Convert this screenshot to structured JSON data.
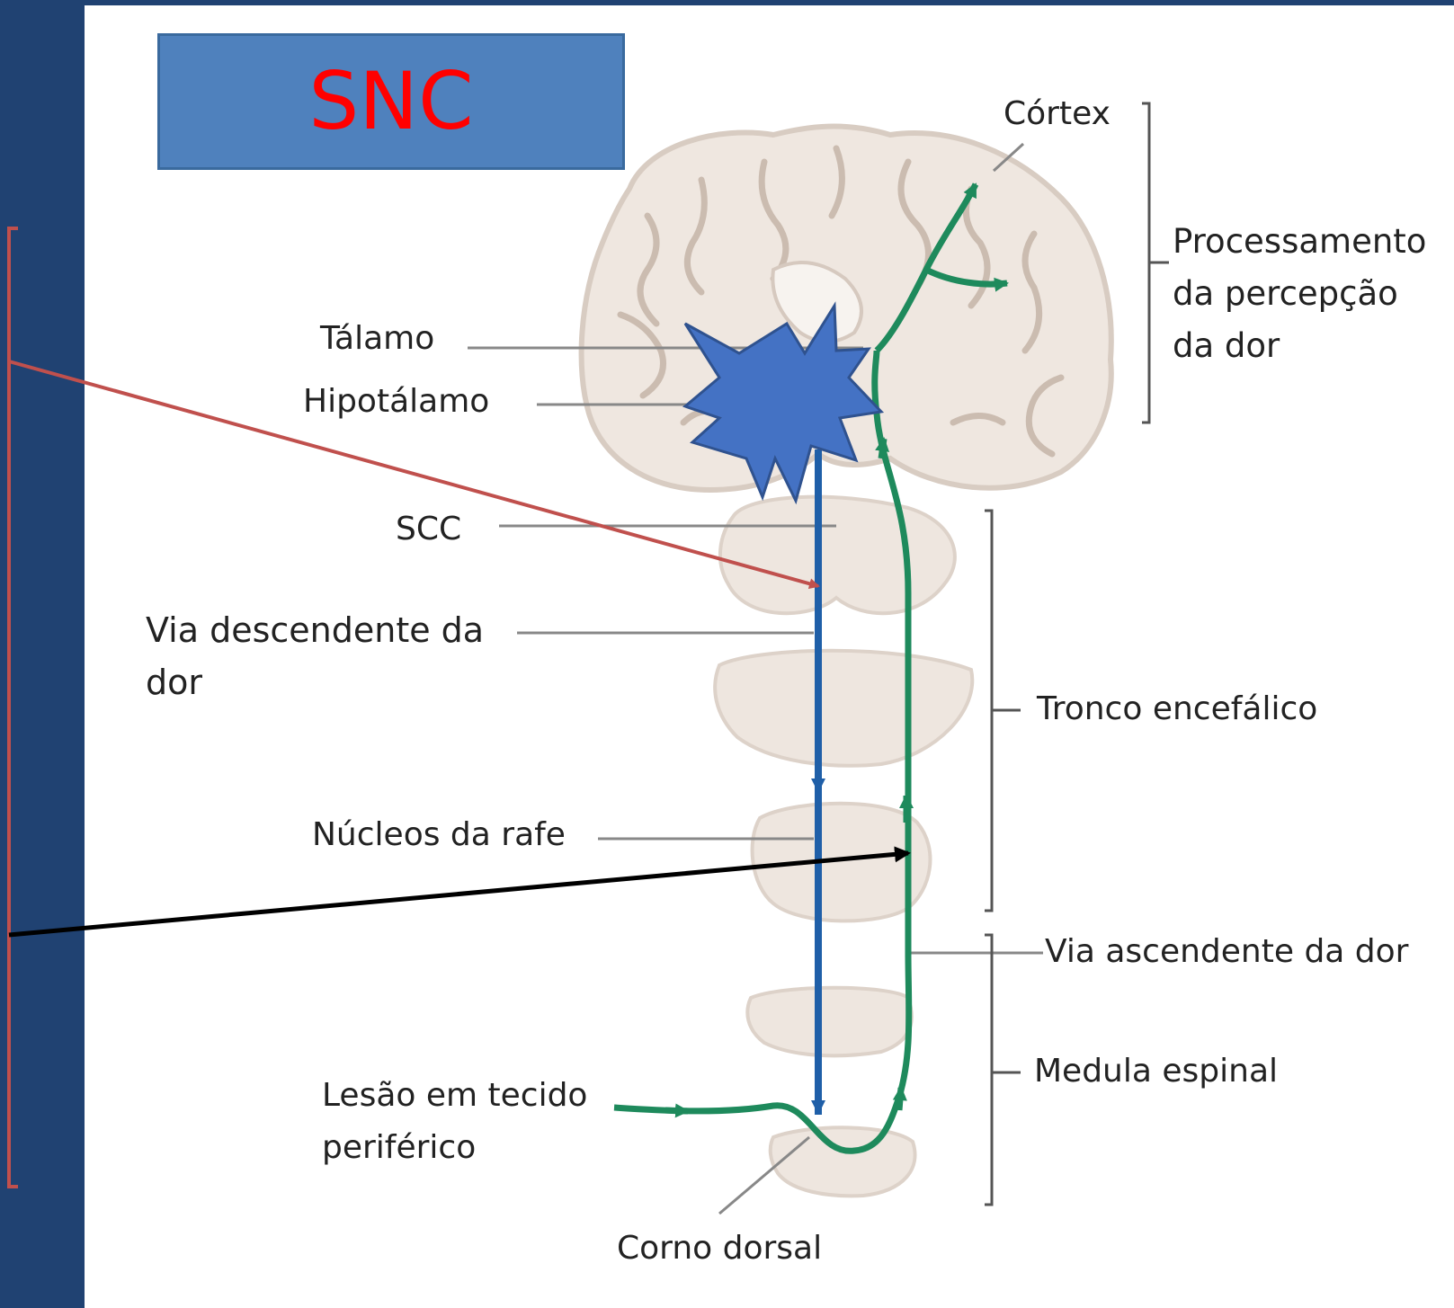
{
  "title": "SNC",
  "labels": {
    "cortex": "Córtex",
    "processing": "Processamento\nda percepção\nda dor",
    "thalamus": "Tálamo",
    "hypothalamus": "Hipotálamo",
    "scc": "SCC",
    "descending": "Via descendente da\ndor",
    "brainstem": "Tronco encefálico",
    "raphe": "Núcleos da rafe",
    "ascending": "Via ascendente da dor",
    "spinal_cord": "Medula espinal",
    "lesion": "Lesão em tecido\nperiférico",
    "dorsal_horn": "Corno dorsal"
  },
  "colors": {
    "frame": "#204272",
    "title_box": "#4f81bd",
    "title_text": "#ff0000",
    "ascending_pathway": "#1e8a5c",
    "descending_pathway": "#1f5fa8",
    "starburst": "#4472c4",
    "bracket": "#c0504d"
  }
}
